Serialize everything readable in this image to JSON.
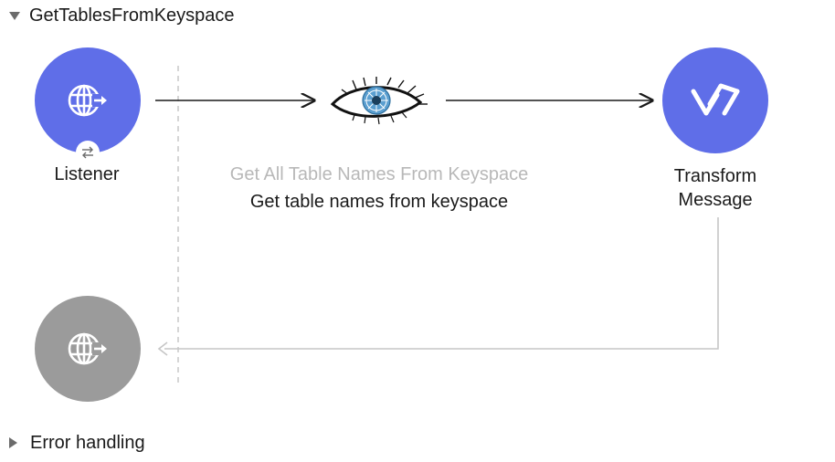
{
  "flow": {
    "title": "GetTablesFromKeyspace",
    "expanded": true
  },
  "nodes": {
    "listener": {
      "label": "Listener",
      "icon": "http-listener-icon",
      "badge_icon": "swap-arrows-icon",
      "color": "#5f6ee8"
    },
    "cassandra": {
      "name": "Get All Table Names From Keyspace",
      "label": "Get table names from keyspace",
      "icon": "cassandra-eye-icon"
    },
    "transform": {
      "label_line1": "Transform",
      "label_line2": "Message",
      "icon": "dataweave-icon",
      "color": "#5f6ee8"
    },
    "response": {
      "icon": "http-listener-icon",
      "color": "#9b9b9b"
    }
  },
  "error_handling": {
    "label": "Error handling",
    "expanded": false
  }
}
